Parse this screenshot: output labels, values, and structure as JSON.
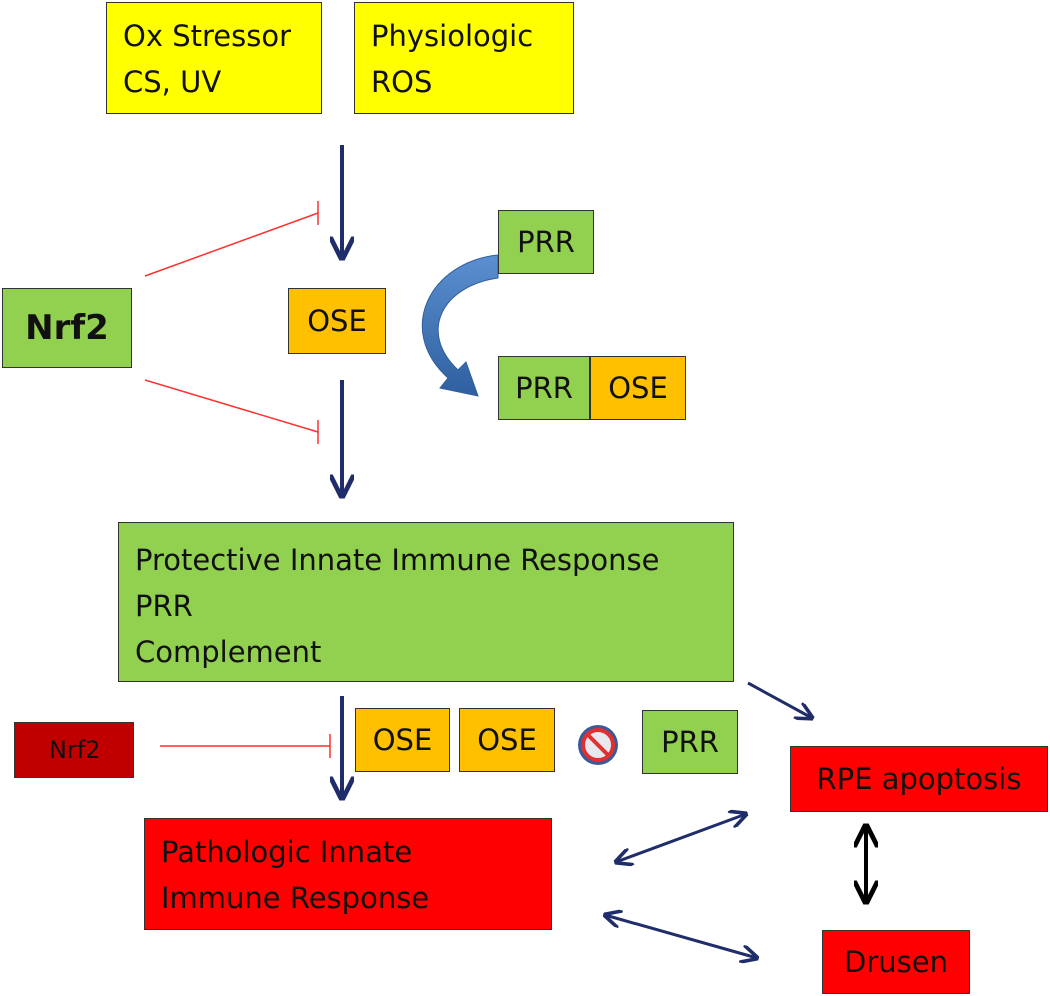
{
  "diagram": {
    "ox_stressor": {
      "line1": "Ox Stressor",
      "line2": "CS, UV"
    },
    "physiologic": {
      "line1": "Physiologic",
      "line2": "ROS"
    },
    "nrf2": "Nrf2",
    "ose_top": "OSE",
    "prr_top": "PRR",
    "prr_pair": {
      "prr": "PRR",
      "ose": "OSE"
    },
    "protective": {
      "line1": "Protective Innate Immune Response",
      "line2": "PRR",
      "line3": "Complement"
    },
    "nrf2_low": "Nrf2",
    "ose_1": "OSE",
    "ose_2": "OSE",
    "prr_blocked": "PRR",
    "pathologic": {
      "line1": "Pathologic Innate",
      "line2": "Immune Response"
    },
    "rpe_apoptosis": "RPE apoptosis",
    "drusen": "Drusen"
  },
  "colors": {
    "yellow": "#ffff00",
    "green": "#92d050",
    "orange": "#ffc000",
    "red": "#ff0000",
    "dark_red": "#c00000",
    "arrow_navy": "#1f2d6b",
    "inhibit_red": "#ff3030",
    "curved_arrow_blue": "#4f81bd"
  },
  "icons": [
    "down-arrow-icon",
    "inhibition-line-icon",
    "curved-arrow-icon",
    "prohibition-icon",
    "double-arrow-icon"
  ]
}
